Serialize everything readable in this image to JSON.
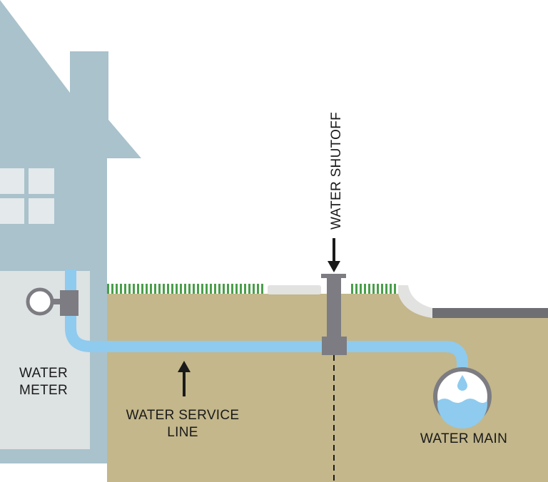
{
  "labels": {
    "water_shutoff": "WATER SHUTOFF",
    "water_meter_line1": "WATER",
    "water_meter_line2": "METER",
    "service_line_line1": "WATER SERVICE",
    "service_line_line2": "LINE",
    "water_main": "WATER MAIN"
  },
  "colors": {
    "house": "#a9c2cc",
    "basement": "#dde2e3",
    "soil": "#c3b78b",
    "grass": "#4a9e4a",
    "pipe": "#8ecbef",
    "pipe_dark": "#6e6e73",
    "fitting": "#7c7c82",
    "sidewalk": "#e2e2e0",
    "arrow": "#1a1a1a",
    "water": "#8ecbef"
  },
  "icons": {
    "meter": "meter-dial-icon",
    "drop": "water-drop-icon",
    "window": "window-icon"
  }
}
